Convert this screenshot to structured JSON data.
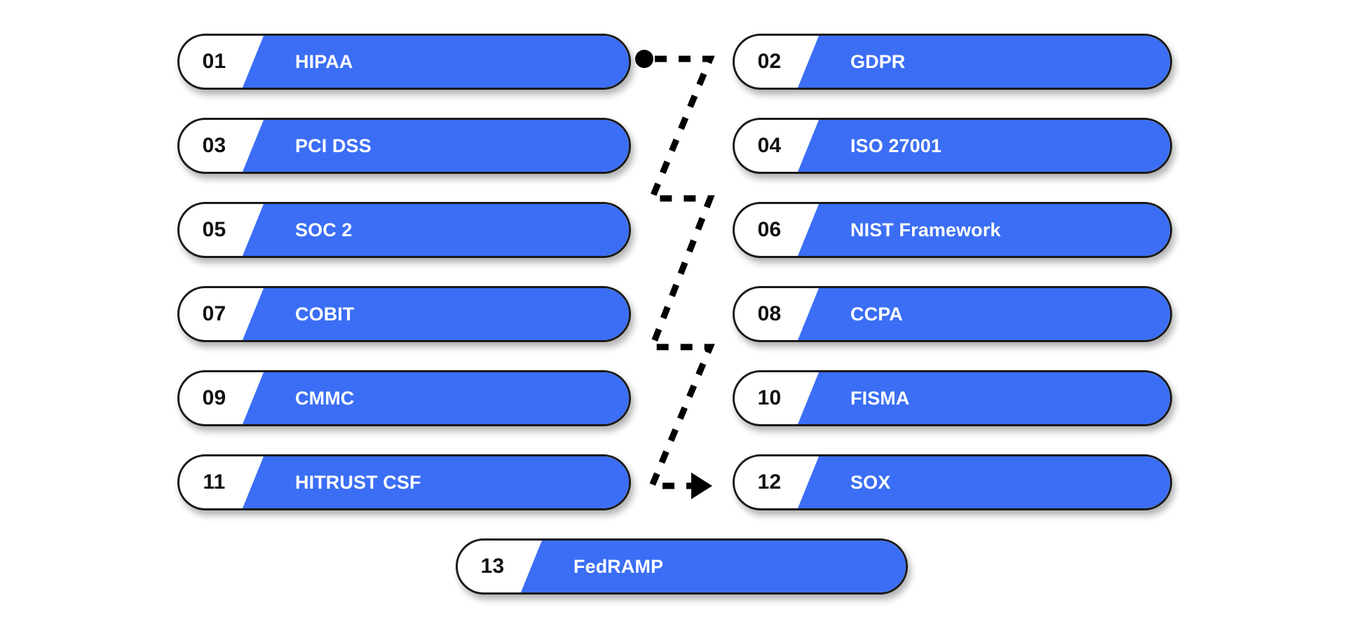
{
  "page": {
    "background_color": "#ffffff",
    "title": "Compliance Frameworks Serpentine List"
  },
  "theme": {
    "pill_fill_color": "#3b6ef5",
    "pill_cap_color": "#ffffff",
    "pill_outline_color": "#1a1a1a",
    "number_text_color": "#111111",
    "label_text_color": "#ffffff",
    "connector_color": "#000000"
  },
  "items": [
    {
      "number": "01",
      "label": "HIPAA",
      "column": "left",
      "row": 1
    },
    {
      "number": "02",
      "label": "GDPR",
      "column": "right",
      "row": 1
    },
    {
      "number": "03",
      "label": "PCI DSS",
      "column": "left",
      "row": 2
    },
    {
      "number": "04",
      "label": "ISO 27001",
      "column": "right",
      "row": 2
    },
    {
      "number": "05",
      "label": "SOC 2",
      "column": "left",
      "row": 3
    },
    {
      "number": "06",
      "label": "NIST Framework",
      "column": "right",
      "row": 3
    },
    {
      "number": "07",
      "label": "COBIT",
      "column": "left",
      "row": 4
    },
    {
      "number": "08",
      "label": "CCPA",
      "column": "right",
      "row": 4
    },
    {
      "number": "09",
      "label": "CMMC",
      "column": "left",
      "row": 5
    },
    {
      "number": "10",
      "label": "FISMA",
      "column": "right",
      "row": 5
    },
    {
      "number": "11",
      "label": "HITRUST CSF",
      "column": "left",
      "row": 6
    },
    {
      "number": "12",
      "label": "SOX",
      "column": "right",
      "row": 6
    },
    {
      "number": "13",
      "label": "FedRAMP",
      "column": "center",
      "row": 7
    }
  ],
  "connector": {
    "style": "dashed-serpentine",
    "start_marker": "dot",
    "end_marker": "arrow"
  }
}
